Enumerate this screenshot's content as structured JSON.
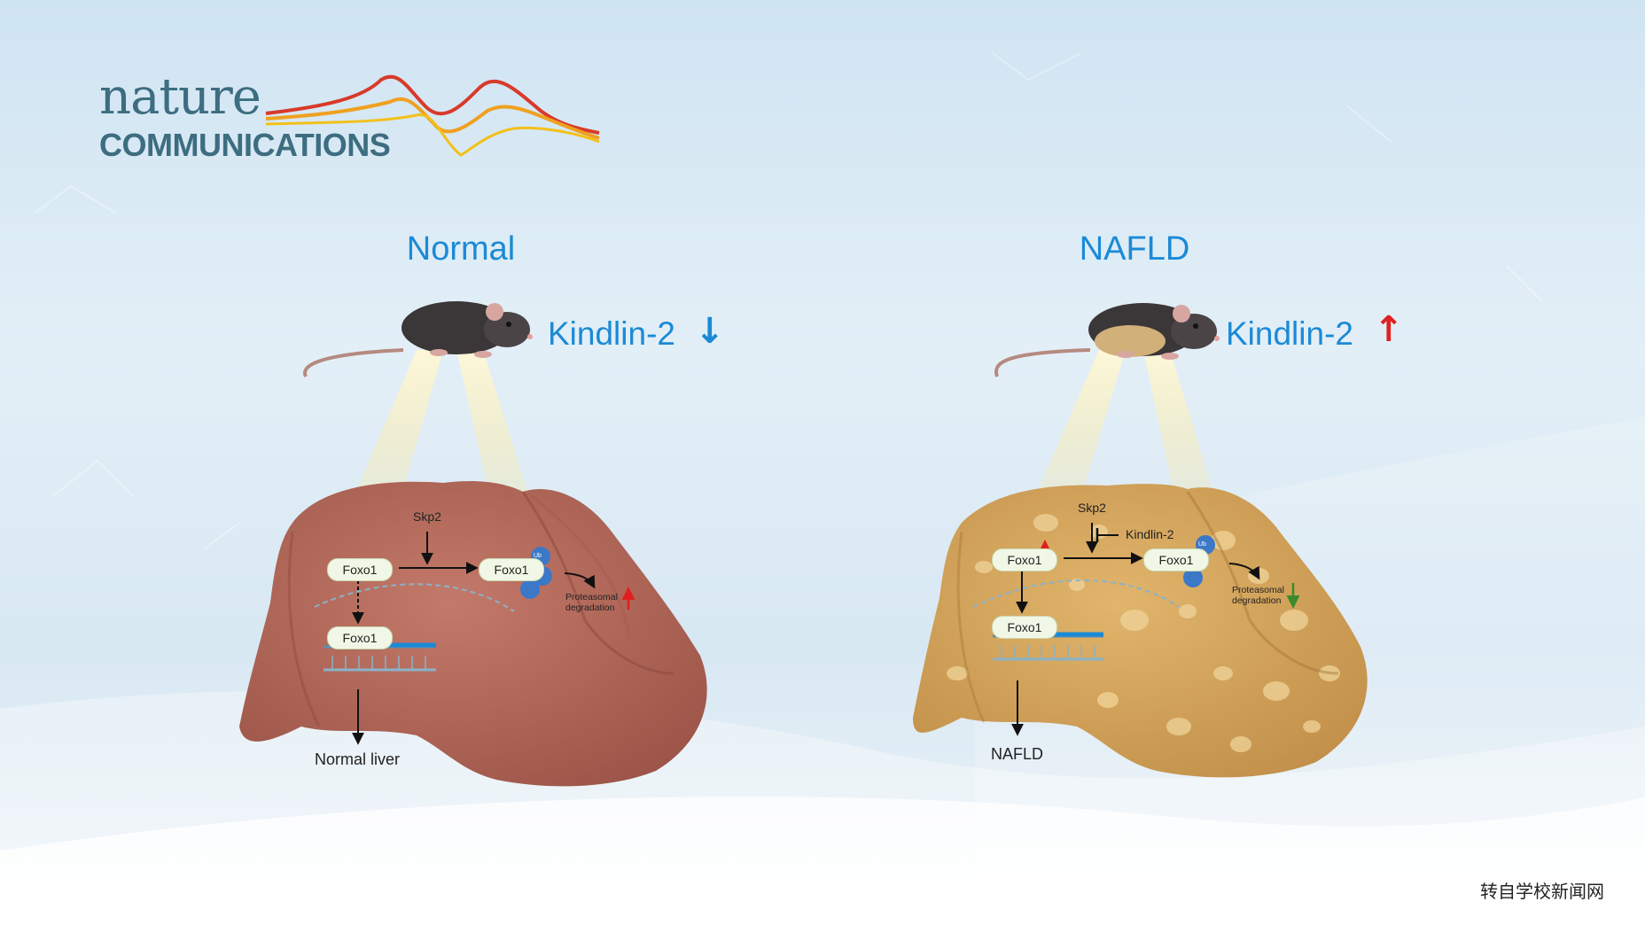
{
  "logo": {
    "line1": "nature",
    "line2": "COMMUNICATIONS"
  },
  "panels": [
    {
      "title": "Normal",
      "kindlin_label": "Kindlin-2",
      "kindlin_direction": "down",
      "kindlin_arrow_color": "#1b8ad6",
      "liver_color": "#b5685a",
      "skp2": "Skp2",
      "foxo1_top": "Foxo1",
      "foxo1_ub": "Foxo1",
      "foxo1_nucleus": "Foxo1",
      "ub": "Ub",
      "degradation": "Proteasomal degradation",
      "degradation_direction": "up",
      "outcome": "Normal liver"
    },
    {
      "title": "NAFLD",
      "kindlin_label": "Kindlin-2",
      "kindlin_direction": "up",
      "kindlin_arrow_color": "#e02020",
      "liver_color": "#d4a45a",
      "skp2": "Skp2",
      "inhibitor": "Kindlin-2",
      "foxo1_top": "Foxo1",
      "foxo1_ub": "Foxo1",
      "foxo1_nucleus": "Foxo1",
      "ub": "Ub",
      "degradation": "Proteasomal degradation",
      "degradation_direction": "down",
      "foxo1_direction": "up",
      "outcome": "NAFLD"
    }
  ],
  "footer": "转自学校新闻网",
  "icons": [
    "mouse-icon",
    "light-beam-icon",
    "liver-icon",
    "ubiquitin-icon"
  ]
}
